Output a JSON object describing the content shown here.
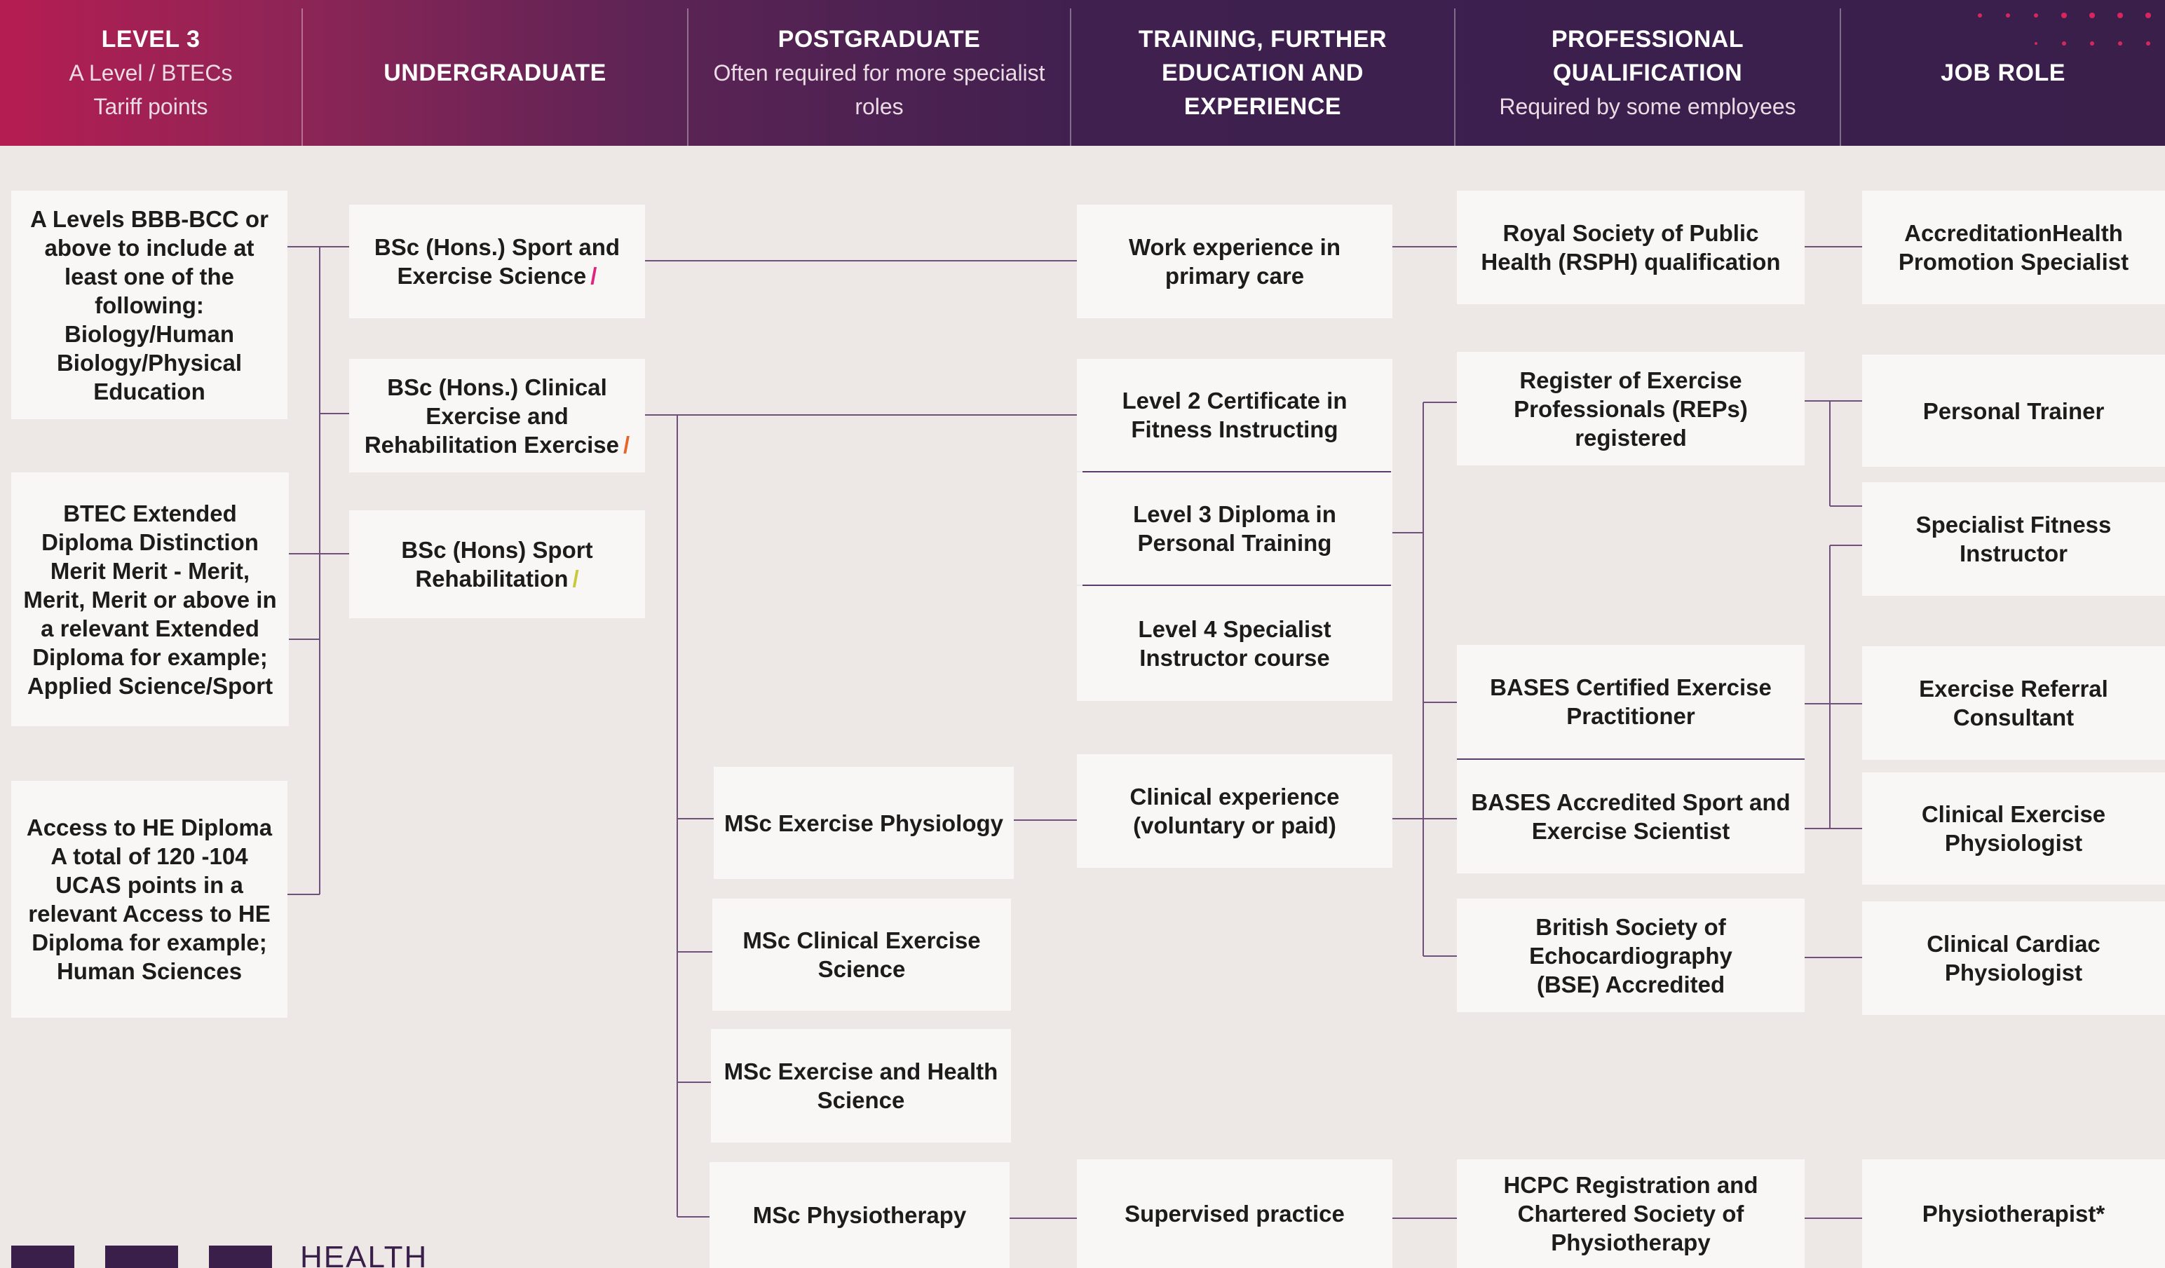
{
  "header": {
    "columns": [
      {
        "title": "LEVEL 3",
        "subtitle": [
          "A Level / BTECs",
          "Tariff points"
        ]
      },
      {
        "title": "UNDERGRADUATE",
        "subtitle": []
      },
      {
        "title": "POSTGRADUATE",
        "subtitle": [
          "Often required for more specialist",
          "roles"
        ]
      },
      {
        "title": "TRAINING, FURTHER EDUCATION AND EXPERIENCE",
        "subtitle": []
      },
      {
        "title": "PROFESSIONAL QUALIFICATION",
        "subtitle": [
          "Required by some employees"
        ]
      },
      {
        "title": "JOB ROLE",
        "subtitle": []
      }
    ]
  },
  "colors": {
    "header_gradient_start": "#b51d52",
    "header_gradient_end": "#3a1f4b",
    "background": "#ede8e5",
    "box": "#f8f7f5",
    "connector": "#6f4f7c",
    "slash_sport_exercise": "#e0247e",
    "slash_clinical": "#e8652a",
    "slash_rehab": "#c7c93a"
  },
  "level3": [
    {
      "text": "A Levels BBB-BCC or above to include at least one of the following: Biology/Human Biology/Physical Education"
    },
    {
      "text": "BTEC Extended Diploma Distinction Merit Merit - Merit, Merit, Merit or above in a relevant Extended Diploma for example; Applied Science/Sport"
    },
    {
      "text": "Access to HE Diploma A total of 120 -104 UCAS points in a relevant Access to HE Diploma for example; Human Sciences"
    }
  ],
  "undergraduate": [
    {
      "text": "BSc (Hons.) Sport and Exercise Science",
      "slash": "/"
    },
    {
      "text": "BSc (Hons.) Clinical Exercise and Rehabilitation Exercise",
      "slash": "/"
    },
    {
      "text": "BSc (Hons) Sport Rehabilitation",
      "slash": "/"
    }
  ],
  "postgraduate": [
    {
      "text": "MSc Exercise Physiology"
    },
    {
      "text": "MSc Clinical Exercise Science"
    },
    {
      "text": "MSc Exercise and Health Science"
    },
    {
      "text": "MSc Physiotherapy"
    }
  ],
  "training": [
    {
      "text": "Work experience in primary care"
    },
    {
      "text": "Level 2 Certificate in Fitness Instructing"
    },
    {
      "text": "Level 3 Diploma in Personal Training"
    },
    {
      "text": "Level 4 Specialist Instructor course"
    },
    {
      "text": "Clinical experience (voluntary or paid)"
    },
    {
      "text": "Supervised practice"
    }
  ],
  "professional": [
    {
      "text": "Royal Society of Public Health (RSPH) qualification"
    },
    {
      "text": "Register of Exercise Professionals (REPs) registered"
    },
    {
      "text": "BASES Certified Exercise Practitioner"
    },
    {
      "text": "BASES Accredited Sport and Exercise Scientist"
    },
    {
      "text": "British Society of Echocardiography (BSE) Accredited"
    },
    {
      "text": "HCPC Registration and Chartered Society of Physiotherapy"
    }
  ],
  "jobs": [
    {
      "text": "AccreditationHealth Promotion Specialist"
    },
    {
      "text": "Personal Trainer"
    },
    {
      "text": "Specialist Fitness Instructor"
    },
    {
      "text": "Exercise Referral Consultant"
    },
    {
      "text": "Clinical Exercise Physiologist"
    },
    {
      "text": "Clinical Cardiac Physiologist"
    },
    {
      "text": "Physiotherapist*"
    }
  ],
  "brand": {
    "logo_text": "HEALTH"
  }
}
